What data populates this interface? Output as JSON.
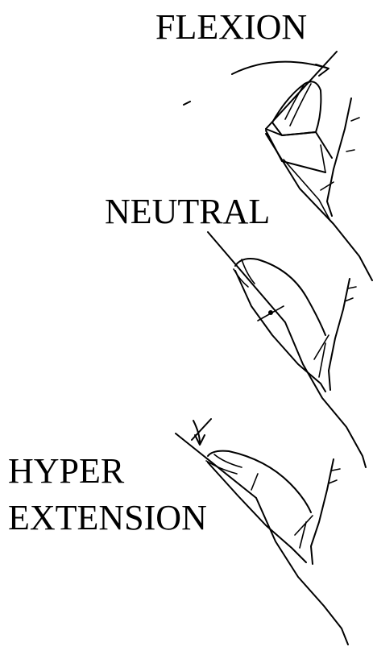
{
  "labels": {
    "flexion": "FLEXION",
    "neutral": "NEUTRAL",
    "hyper_line1": "HYPER",
    "hyper_line2": "EXTENSION"
  },
  "colors": {
    "ink": "#000000",
    "background": "#ffffff"
  }
}
